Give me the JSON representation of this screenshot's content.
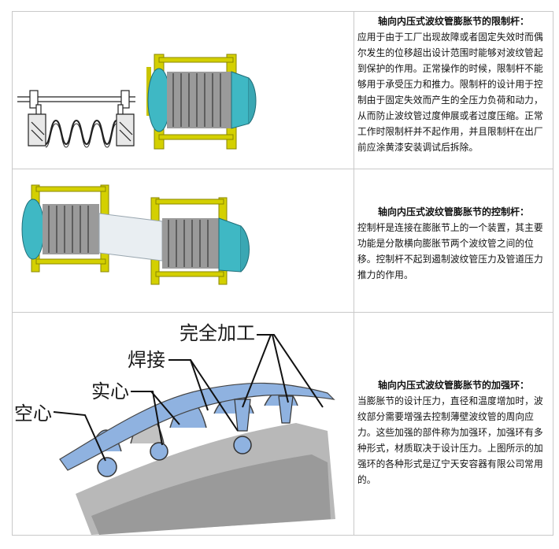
{
  "sections": [
    {
      "title": "轴向内压式波纹管膨胀节的限制杆：",
      "body": "应用于由于工厂出现故障或者固定失效时而偶尔发生的位移超出设计范围时能够对波纹管起到保护的作用。正常操作的时候，限制杆不能够用于承受压力和推力。限制杆的设计用于控制由于固定失效而产生的全压力负荷和动力，从而防止波纹管过度伸展或者过度压缩。正常工作时限制杆并不起作用，并且限制杆在出厂前应涂黄漆安装调试后拆除。"
    },
    {
      "title": "轴向内压式波纹管膨胀节的控制杆：",
      "body": "控制杆是连接在膨胀节上的一个装置，其主要功能是分散横向膨胀节两个波纹管之间的位移。控制杆不起到遏制波纹管压力及管道压力推力的作用。"
    },
    {
      "title": "轴向内压式波纹管膨胀节的加强环：",
      "body": "当膨胀节的设计压力，直径和温度增加时，波纹部分需要增强去控制薄壁波纹管的周向应力。这些加强的部件称为加强环，加强环有多种形式，材质取决于设计压力。上图所示的加强环的各种形式是辽宁天安容器有限公司常用的。"
    }
  ],
  "ring_labels": {
    "finished": "完全加工",
    "welded": "焊接",
    "solid": "实心",
    "hollow": "空心"
  },
  "colors": {
    "steel_blue": "#8fb2e0",
    "cyan": "#3fb8c4",
    "yellow_frame": "#d4d000",
    "grey_bellows": "#9a9a9a"
  }
}
